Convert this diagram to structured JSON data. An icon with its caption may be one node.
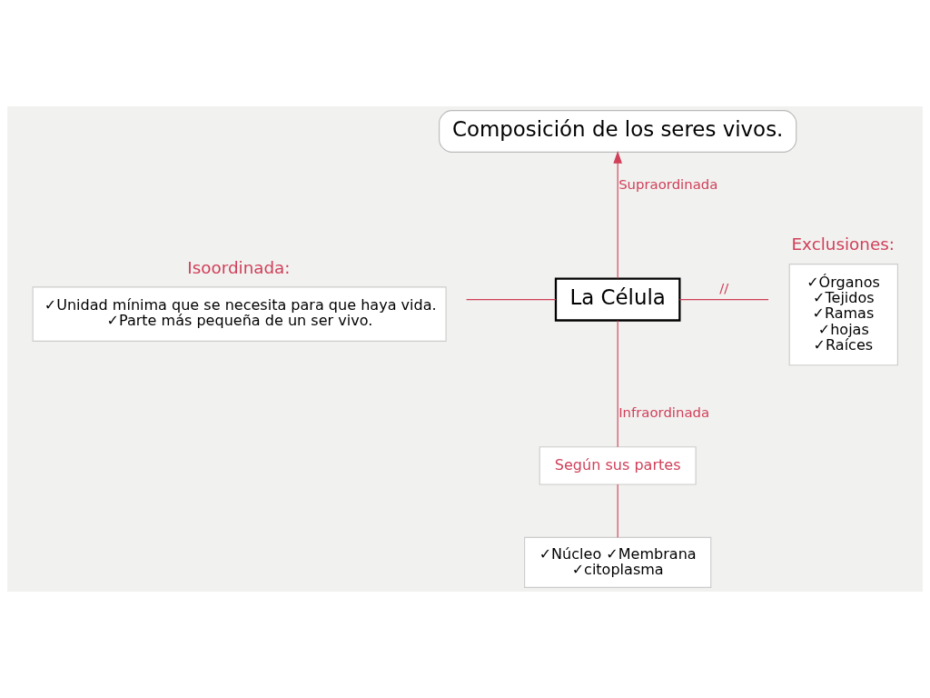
{
  "diagram": {
    "nodes": [
      {
        "text": [
          "Composición de los seres vivos."
        ]
      },
      {
        "text": [
          "La Célula"
        ]
      },
      {
        "text": [
          "✓Unidad mínima que se necesita para que haya vida.",
          "✓Parte más pequeña de un ser vivo."
        ],
        "beside": [
          "Isoordinada:"
        ]
      },
      {
        "text": [
          "✓Órganos",
          "✓Tejidos",
          "✓Ramas",
          "✓hojas",
          "✓Raíces"
        ],
        "beside": [
          "Exclusiones:"
        ]
      },
      {
        "text": [
          "Según sus partes"
        ]
      },
      {
        "text": [
          "✓Núcleo ✓Membrana",
          "✓citoplasma"
        ]
      }
    ],
    "edges": [
      {
        "from": 1,
        "to": 0,
        "arrow": "to",
        "label": "Supraordinada"
      },
      {
        "from": 2,
        "to": 1,
        "arrow": "none"
      },
      {
        "from": 1,
        "to": 3,
        "arrow": "none",
        "label": "//"
      },
      {
        "from": 1,
        "to": 4,
        "arrow": "none",
        "label": "Infraordinada"
      },
      {
        "from": 4,
        "to": 5,
        "arrow": "none"
      }
    ]
  }
}
